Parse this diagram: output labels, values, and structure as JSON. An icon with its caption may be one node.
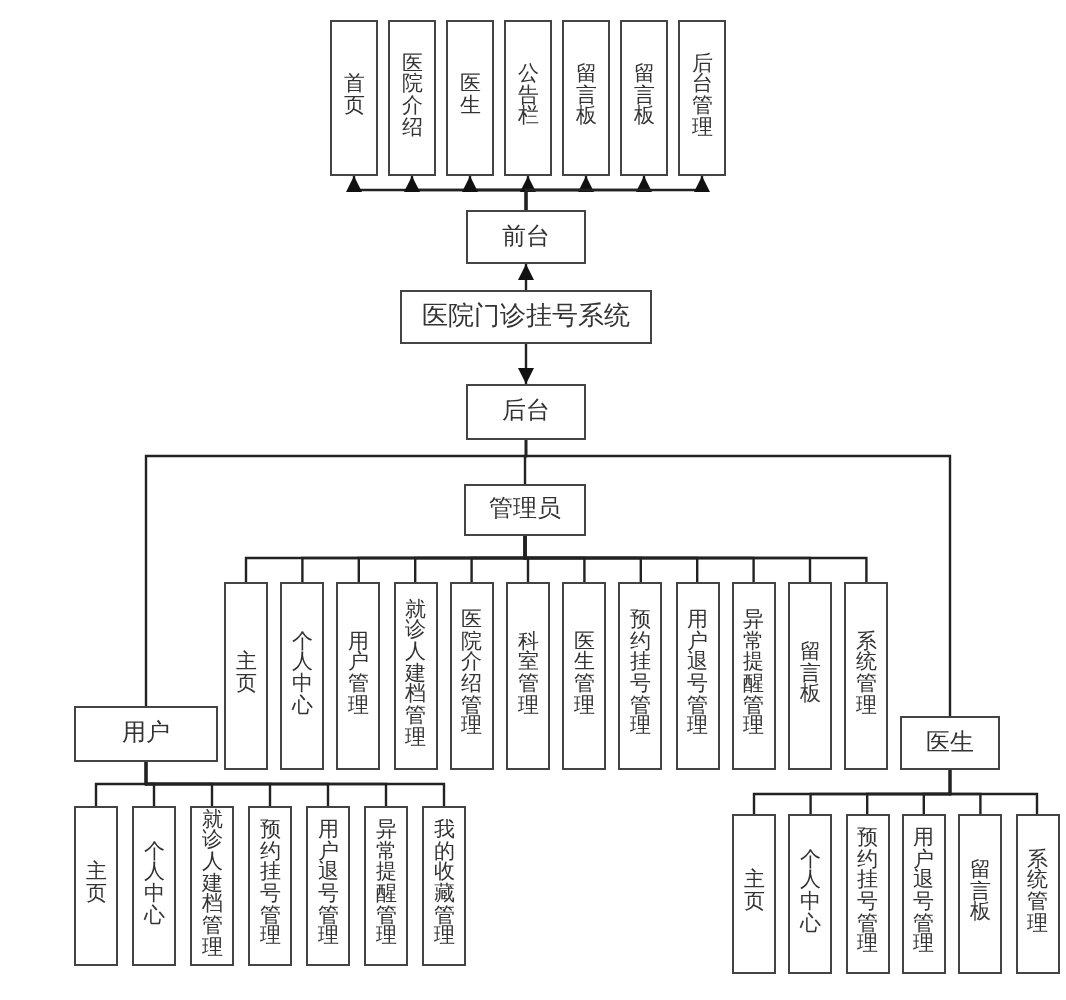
{
  "diagram": {
    "nodes": [
      {
        "text": [
          "首页"
        ]
      },
      {
        "text": [
          "医院介绍"
        ]
      },
      {
        "text": [
          "医生"
        ]
      },
      {
        "text": [
          "公告栏"
        ]
      },
      {
        "text": [
          "留言板"
        ]
      },
      {
        "text": [
          "留言板"
        ]
      },
      {
        "text": [
          "后台管理"
        ]
      },
      {
        "text": [
          "前台"
        ]
      },
      {
        "text": [
          "医院门诊挂号系统"
        ]
      },
      {
        "text": [
          "后台"
        ]
      },
      {
        "text": [
          "管理员"
        ]
      },
      {
        "text": [
          "用户"
        ]
      },
      {
        "text": [
          "医生"
        ]
      },
      {
        "text": [
          "主页"
        ]
      },
      {
        "text": [
          "个人中心"
        ]
      },
      {
        "text": [
          "用户管理"
        ]
      },
      {
        "text": [
          "就诊人建档管理"
        ]
      },
      {
        "text": [
          "医院介绍管理"
        ]
      },
      {
        "text": [
          "科室管理"
        ]
      },
      {
        "text": [
          "医生管理"
        ]
      },
      {
        "text": [
          "预约挂号管理"
        ]
      },
      {
        "text": [
          "用户退号管理"
        ]
      },
      {
        "text": [
          "异常提醒管理"
        ]
      },
      {
        "text": [
          "留言板"
        ]
      },
      {
        "text": [
          "系统管理"
        ]
      },
      {
        "text": [
          "主页"
        ]
      },
      {
        "text": [
          "个人中心"
        ]
      },
      {
        "text": [
          "就诊人建档管理"
        ]
      },
      {
        "text": [
          "预约挂号管理"
        ]
      },
      {
        "text": [
          "用户退号管理"
        ]
      },
      {
        "text": [
          "异常提醒管理"
        ]
      },
      {
        "text": [
          "我的收藏管理"
        ]
      },
      {
        "text": [
          "主页"
        ]
      },
      {
        "text": [
          "个人中心"
        ]
      },
      {
        "text": [
          "预约挂号管理"
        ]
      },
      {
        "text": [
          "用户退号管理"
        ]
      },
      {
        "text": [
          "留言板"
        ]
      },
      {
        "text": [
          "系统管理"
        ]
      }
    ],
    "edges": [
      {
        "from": 7,
        "to": 0,
        "arrow": "to"
      },
      {
        "from": 7,
        "to": 1,
        "arrow": "to"
      },
      {
        "from": 7,
        "to": 2,
        "arrow": "to"
      },
      {
        "from": 7,
        "to": 3,
        "arrow": "to"
      },
      {
        "from": 7,
        "to": 4,
        "arrow": "to"
      },
      {
        "from": 7,
        "to": 5,
        "arrow": "to"
      },
      {
        "from": 7,
        "to": 6,
        "arrow": "to"
      },
      {
        "from": 8,
        "to": 7,
        "arrow": "to"
      },
      {
        "from": 8,
        "to": 9,
        "arrow": "to"
      },
      {
        "from": 9,
        "to": 10,
        "arrow": "none"
      },
      {
        "from": 9,
        "to": 11,
        "arrow": "none"
      },
      {
        "from": 9,
        "to": 12,
        "arrow": "none"
      },
      {
        "from": 10,
        "to": 13,
        "arrow": "none"
      },
      {
        "from": 10,
        "to": 14,
        "arrow": "none"
      },
      {
        "from": 10,
        "to": 15,
        "arrow": "none"
      },
      {
        "from": 10,
        "to": 16,
        "arrow": "none"
      },
      {
        "from": 10,
        "to": 17,
        "arrow": "none"
      },
      {
        "from": 10,
        "to": 18,
        "arrow": "none"
      },
      {
        "from": 10,
        "to": 19,
        "arrow": "none"
      },
      {
        "from": 10,
        "to": 20,
        "arrow": "none"
      },
      {
        "from": 10,
        "to": 21,
        "arrow": "none"
      },
      {
        "from": 10,
        "to": 22,
        "arrow": "none"
      },
      {
        "from": 10,
        "to": 23,
        "arrow": "none"
      },
      {
        "from": 10,
        "to": 24,
        "arrow": "none"
      },
      {
        "from": 11,
        "to": 25,
        "arrow": "none"
      },
      {
        "from": 11,
        "to": 26,
        "arrow": "none"
      },
      {
        "from": 11,
        "to": 27,
        "arrow": "none"
      },
      {
        "from": 11,
        "to": 28,
        "arrow": "none"
      },
      {
        "from": 11,
        "to": 29,
        "arrow": "none"
      },
      {
        "from": 11,
        "to": 30,
        "arrow": "none"
      },
      {
        "from": 11,
        "to": 31,
        "arrow": "none"
      },
      {
        "from": 12,
        "to": 32,
        "arrow": "none"
      },
      {
        "from": 12,
        "to": 33,
        "arrow": "none"
      },
      {
        "from": 12,
        "to": 34,
        "arrow": "none"
      },
      {
        "from": 12,
        "to": 35,
        "arrow": "none"
      },
      {
        "from": 12,
        "to": 36,
        "arrow": "none"
      },
      {
        "from": 12,
        "to": 37,
        "arrow": "none"
      }
    ]
  }
}
